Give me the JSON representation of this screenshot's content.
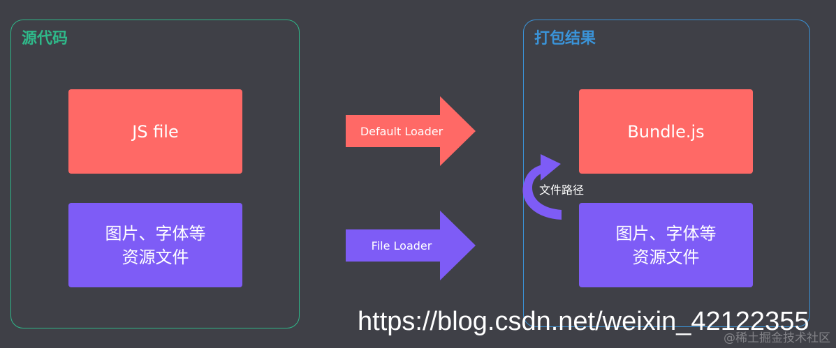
{
  "source_group": {
    "title": "源代码",
    "js_box_label": "JS file",
    "assets_box_label": "图片、字体等\n资源文件"
  },
  "output_group": {
    "title": "打包结果",
    "bundle_box_label": "Bundle.js",
    "assets_box_label": "图片、字体等\n资源文件",
    "path_arrow_label": "文件路径"
  },
  "arrows": {
    "default_loader_label": "Default Loader",
    "file_loader_label": "File Loader"
  },
  "watermarks": {
    "url": "https://blog.csdn.net/weixin_42122355",
    "platform": "@稀土掘金技术社区"
  },
  "colors": {
    "background": "#3f4047",
    "source_frame": "#2fb98a",
    "output_frame": "#3a93d8",
    "red": "#ff6966",
    "purple": "#7e5cf6"
  }
}
